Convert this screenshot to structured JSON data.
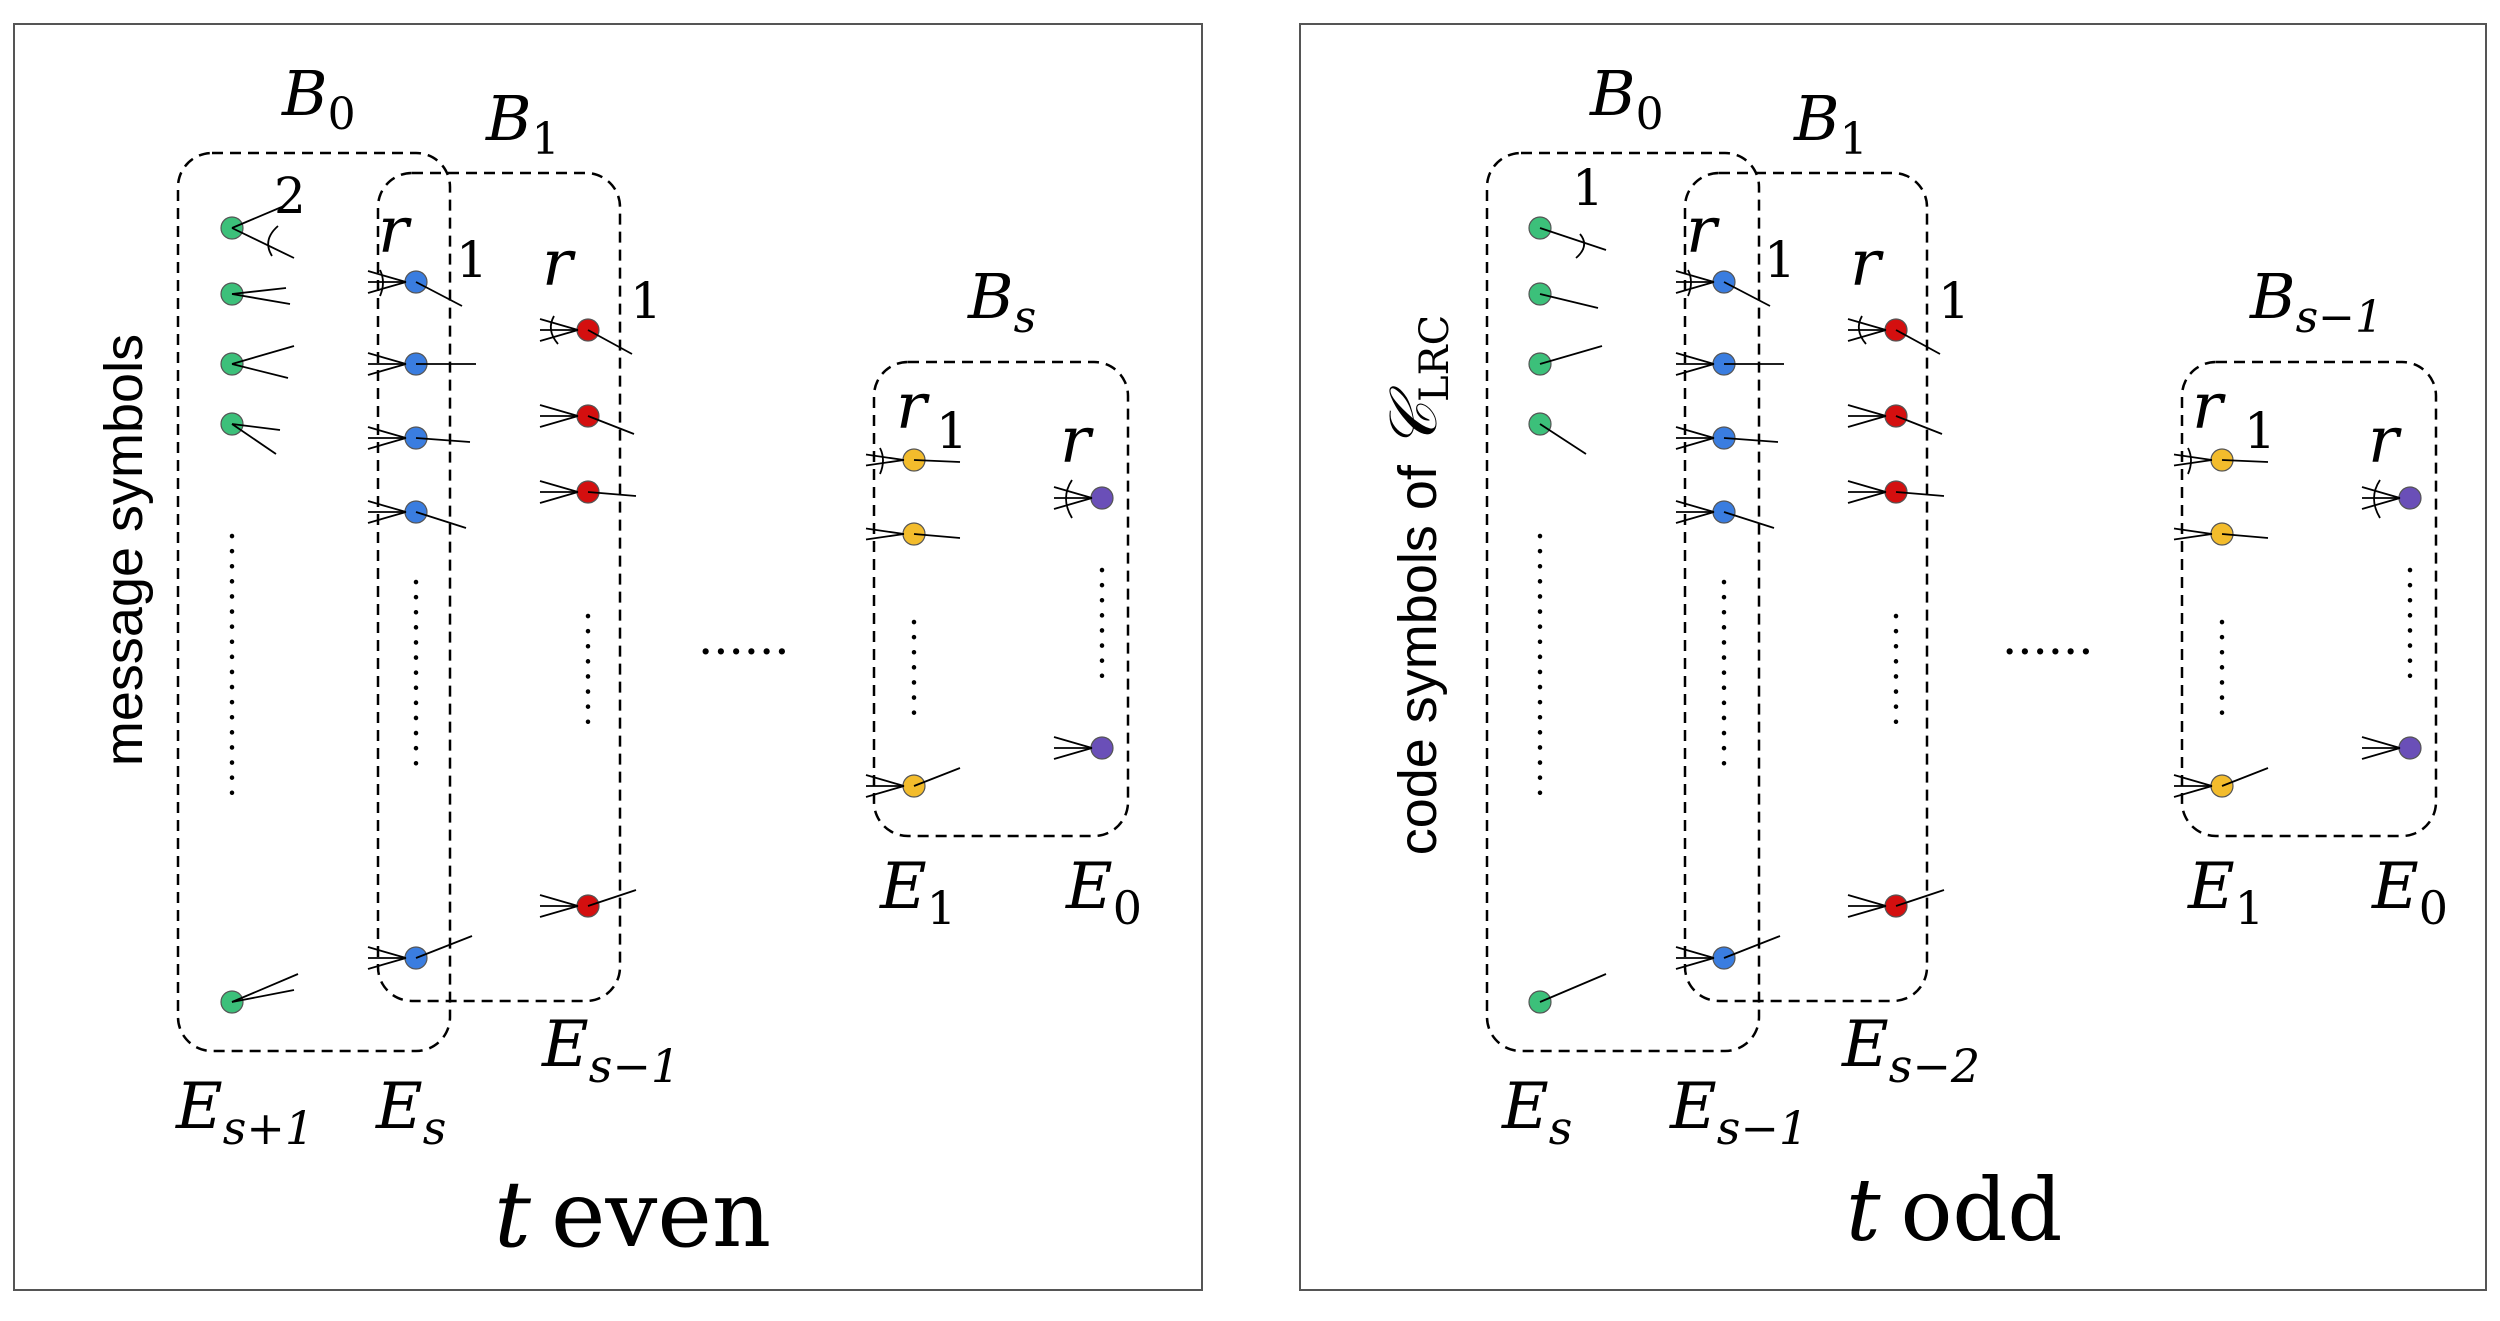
{
  "colors": {
    "green": "#3cc07a",
    "blue": "#3a7de0",
    "red": "#d40f0f",
    "yellow": "#f3bc2c",
    "purple": "#6a4fb8",
    "frame": "#555555"
  },
  "panels": [
    {
      "id": "even",
      "side_label": "message symbols",
      "side_label_suffix": "",
      "caption_var": "t",
      "caption_word": "even",
      "groups": [
        {
          "label": "B",
          "sub": "0"
        },
        {
          "label": "B",
          "sub": "1"
        },
        {
          "label": "B",
          "sub": "s"
        }
      ],
      "columns": [
        {
          "label": "E",
          "sub": "s+1",
          "color": "green",
          "top_label": "",
          "edge_mark": "2"
        },
        {
          "label": "E",
          "sub": "s",
          "color": "blue",
          "top_label": "r",
          "edge_mark": "1"
        },
        {
          "label": "E",
          "sub": "s−1",
          "color": "red",
          "top_label": "r",
          "edge_mark": "1"
        },
        {
          "label": "E",
          "sub": "1",
          "color": "yellow",
          "top_label": "r",
          "edge_mark": "1"
        },
        {
          "label": "E",
          "sub": "0",
          "color": "purple",
          "top_label": "r",
          "edge_mark": ""
        }
      ]
    },
    {
      "id": "odd",
      "side_label": "code symbols of ",
      "side_label_suffix": "𝒞",
      "side_label_sub": "LRC",
      "caption_var": "t",
      "caption_word": "odd",
      "groups": [
        {
          "label": "B",
          "sub": "0"
        },
        {
          "label": "B",
          "sub": "1"
        },
        {
          "label": "B",
          "sub": "s−1"
        }
      ],
      "columns": [
        {
          "label": "E",
          "sub": "s",
          "color": "green",
          "top_label": "",
          "edge_mark": "1"
        },
        {
          "label": "E",
          "sub": "s−1",
          "color": "blue",
          "top_label": "r",
          "edge_mark": "1"
        },
        {
          "label": "E",
          "sub": "s−2",
          "color": "red",
          "top_label": "r",
          "edge_mark": "1"
        },
        {
          "label": "E",
          "sub": "1",
          "color": "yellow",
          "top_label": "r",
          "edge_mark": "1"
        },
        {
          "label": "E",
          "sub": "0",
          "color": "purple",
          "top_label": "r",
          "edge_mark": ""
        }
      ]
    }
  ],
  "ellipsis": "......"
}
